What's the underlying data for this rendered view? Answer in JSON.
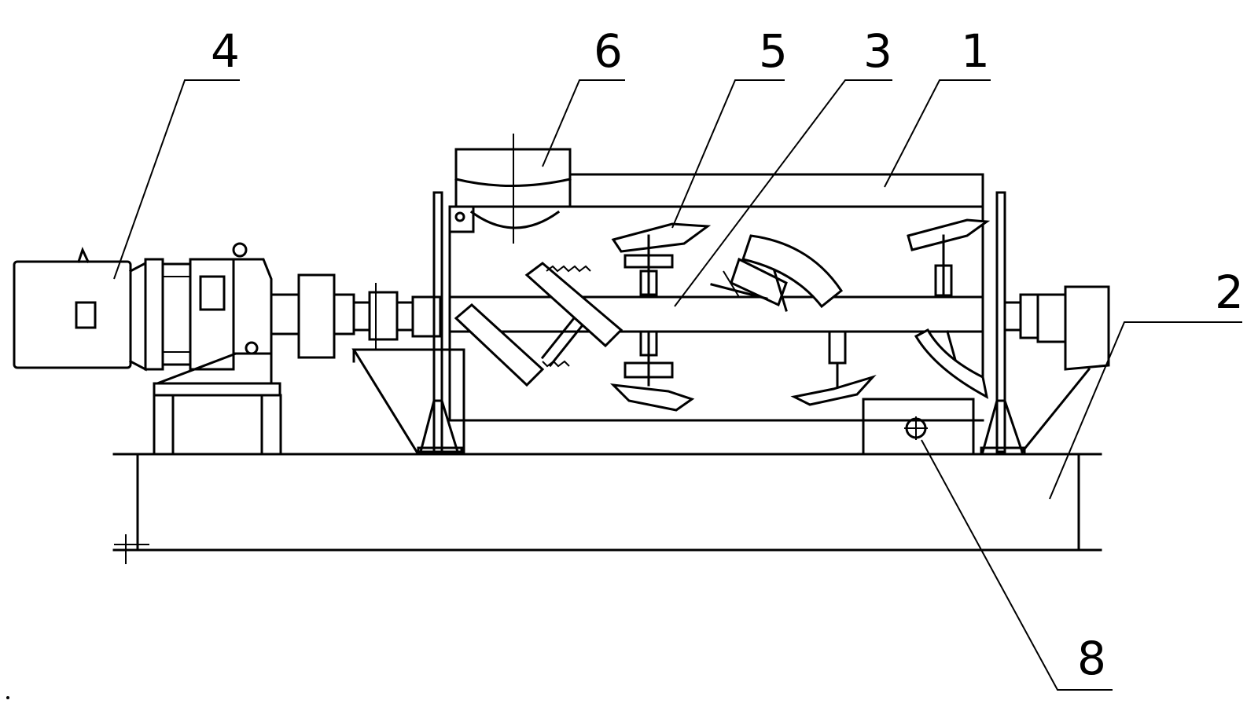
{
  "labels": {
    "l1": "1",
    "l2": "2",
    "l3": "3",
    "l4": "4",
    "l5": "5",
    "l6": "6",
    "l8": "8"
  },
  "colors": {
    "ink": "#000000",
    "paper": "#ffffff"
  }
}
